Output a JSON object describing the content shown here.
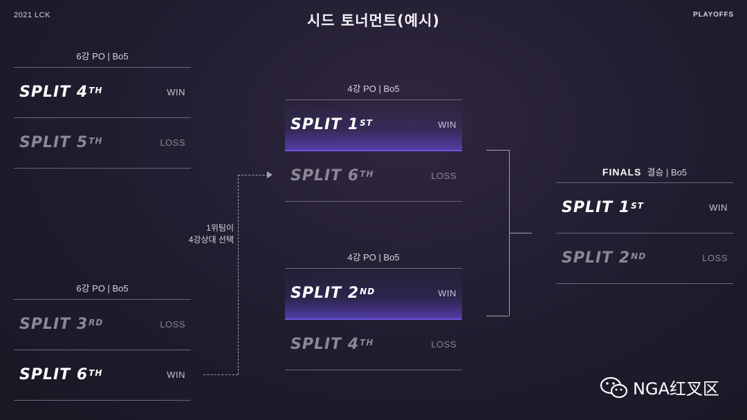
{
  "header": {
    "left": "2021 LCK",
    "title": "시드 토너먼트(예시)",
    "right": "PLAYOFFS"
  },
  "groups": {
    "g1": {
      "label": "6강 PO | Bo5",
      "rows": [
        {
          "team": "SPLIT 4",
          "sup": "TH",
          "result": "WIN"
        },
        {
          "team": "SPLIT 5",
          "sup": "TH",
          "result": "LOSS"
        }
      ]
    },
    "g2": {
      "label": "6강 PO | Bo5",
      "rows": [
        {
          "team": "SPLIT 3",
          "sup": "RD",
          "result": "LOSS"
        },
        {
          "team": "SPLIT 6",
          "sup": "TH",
          "result": "WIN"
        }
      ]
    },
    "g3": {
      "label": "4강 PO | Bo5",
      "rows": [
        {
          "team": "SPLIT 1",
          "sup": "ST",
          "result": "WIN"
        },
        {
          "team": "SPLIT 6",
          "sup": "TH",
          "result": "LOSS"
        }
      ]
    },
    "g4": {
      "label": "4강 PO | Bo5",
      "rows": [
        {
          "team": "SPLIT 2",
          "sup": "ND",
          "result": "WIN"
        },
        {
          "team": "SPLIT 4",
          "sup": "TH",
          "result": "LOSS"
        }
      ]
    },
    "finals": {
      "label_bold": "FINALS",
      "label": "결승 | Bo5",
      "rows": [
        {
          "team": "SPLIT 1",
          "sup": "ST",
          "result": "WIN"
        },
        {
          "team": "SPLIT 2",
          "sup": "ND",
          "result": "LOSS"
        }
      ]
    }
  },
  "note": {
    "line1": "1위팀이",
    "line2": "4강상대 선택"
  },
  "watermark": {
    "text": "NGA红叉区",
    "icon": "wechat-icon"
  }
}
